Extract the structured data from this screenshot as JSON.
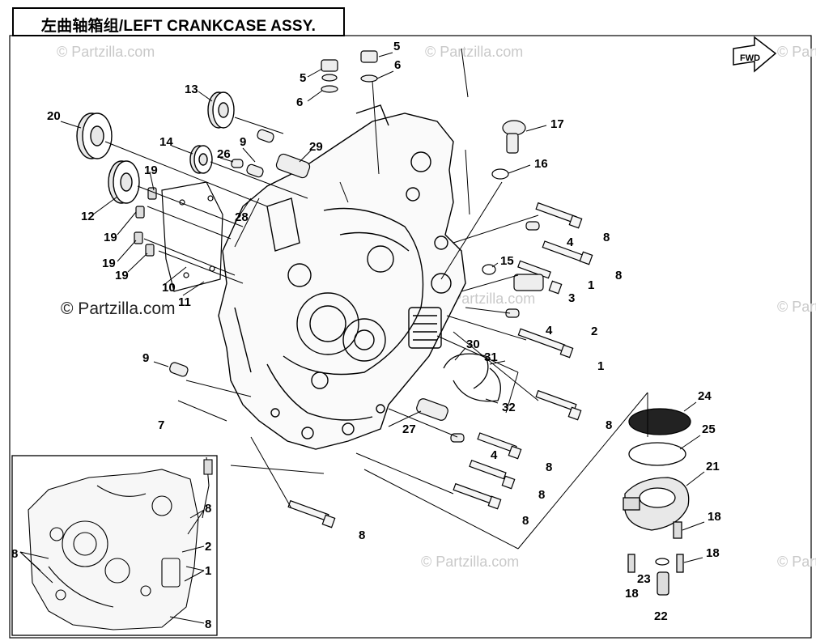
{
  "title": "左曲轴箱组/LEFT CRANKCASE ASSY.",
  "fwd_label": "FWD",
  "watermark": "© Partzilla.com",
  "callouts": [
    "1",
    "2",
    "3",
    "4",
    "5",
    "6",
    "7",
    "8",
    "9",
    "10",
    "11",
    "12",
    "13",
    "14",
    "15",
    "16",
    "17",
    "18",
    "19",
    "20",
    "21",
    "22",
    "23",
    "24",
    "25",
    "26",
    "27",
    "28",
    "29",
    "30",
    "31",
    "32"
  ],
  "inset_callouts": [
    "8",
    "8",
    "2",
    "1",
    "8"
  ]
}
